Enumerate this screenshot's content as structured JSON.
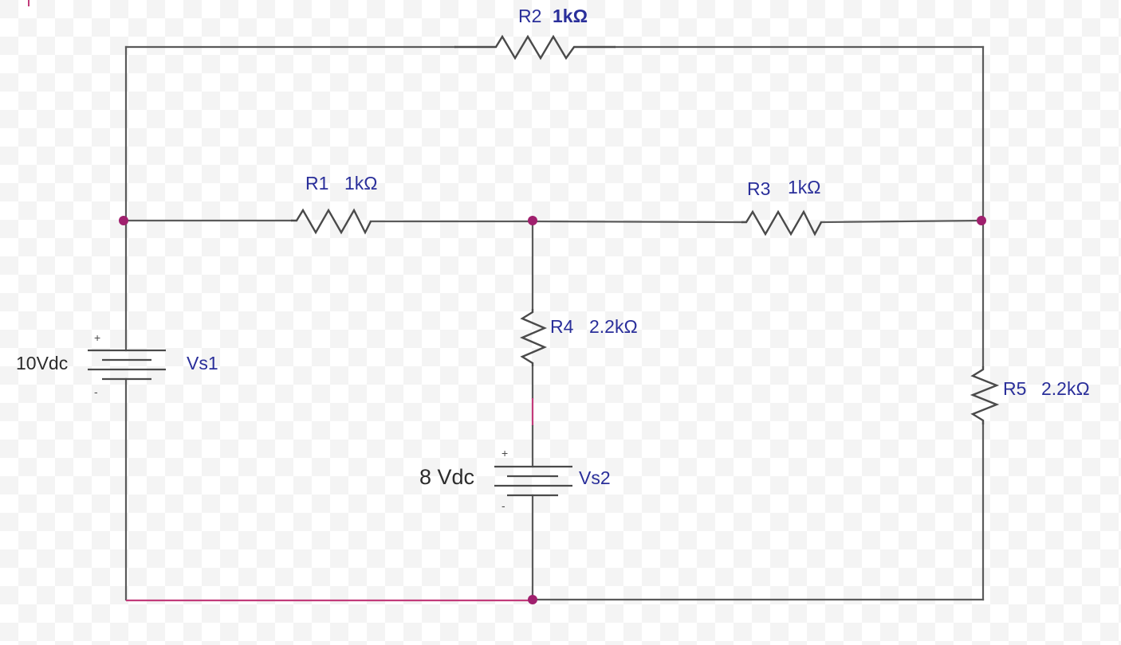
{
  "components": {
    "r1": {
      "name": "R1",
      "value": "1kΩ"
    },
    "r2": {
      "name": "R2",
      "value": "1kΩ"
    },
    "r3": {
      "name": "R3",
      "value": "1kΩ"
    },
    "r4": {
      "name": "R4",
      "value": "2.2kΩ"
    },
    "r5": {
      "name": "R5",
      "value": "2.2kΩ"
    },
    "vs1": {
      "name": "Vs1",
      "value": "10Vdc"
    },
    "vs2": {
      "name": "Vs2",
      "value": "8 Vdc"
    }
  },
  "polarity": {
    "plus": "+",
    "minus": "-"
  },
  "colors": {
    "wire": "#5a5a5a",
    "wire_highlight": "#c23b7a",
    "node": "#a0206e",
    "label_blue": "#2a2f9a",
    "label_dark": "#2c2c2c"
  }
}
